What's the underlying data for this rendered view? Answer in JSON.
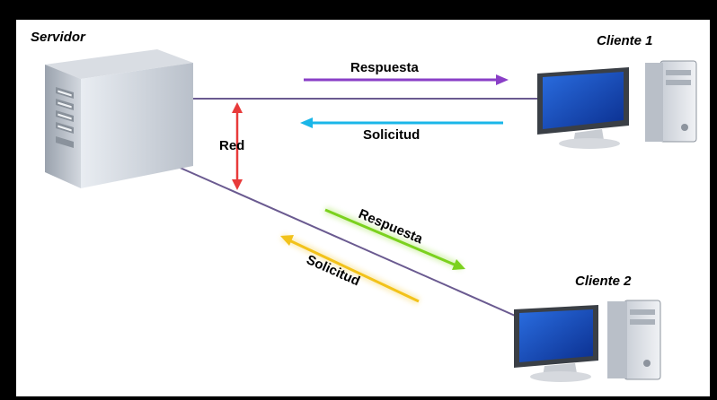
{
  "nodes": {
    "server": "Servidor",
    "client1": "Cliente 1",
    "client2": "Cliente 2",
    "network": "Red"
  },
  "arrows": {
    "c1_response": "Respuesta",
    "c1_request": "Solicitud",
    "c2_response": "Respuesta",
    "c2_request": "Solicitud"
  },
  "colors": {
    "response_c1": "#8a3fc7",
    "request_c1": "#1ab6e8",
    "network": "#e83a3a",
    "response_c2": "#7bd11e",
    "request_c2": "#f2c21a",
    "link": "#6a5a90"
  },
  "icons": [
    "server-tower-icon",
    "desktop-computer-icon"
  ]
}
